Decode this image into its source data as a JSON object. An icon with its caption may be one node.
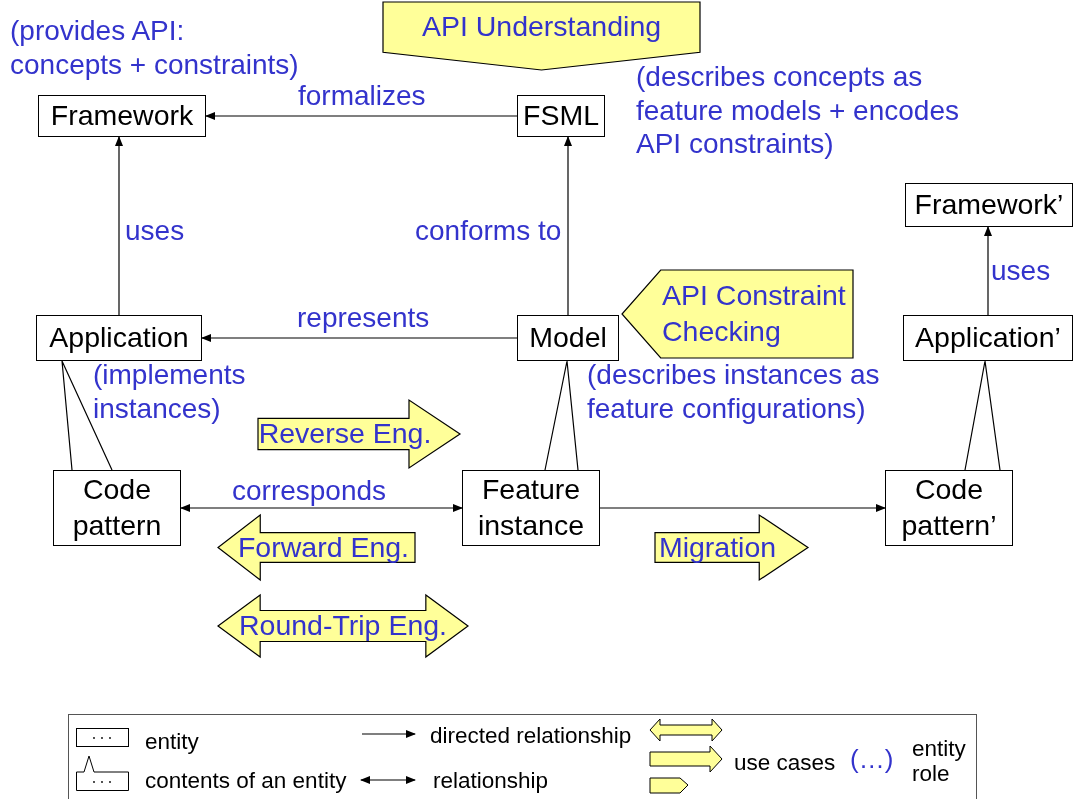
{
  "diagram": {
    "nodes": [
      {
        "text": [
          "Framework"
        ],
        "beside": [
          "(provides API: concepts + constraints)"
        ]
      },
      {
        "text": [
          "FSML"
        ]
      },
      {
        "text": [
          "Framework’"
        ]
      },
      {
        "text": [
          "Application"
        ],
        "beside": [
          "(implements instances)"
        ]
      },
      {
        "text": [
          "Model"
        ],
        "beside": [
          "(describes instances as feature configurations)"
        ]
      },
      {
        "text": [
          "Application’"
        ]
      },
      {
        "text": [
          "Code pattern"
        ]
      },
      {
        "text": [
          "Feature instance"
        ]
      },
      {
        "text": [
          "Code pattern’"
        ]
      },
      {
        "text": [
          "API Understanding"
        ]
      },
      {
        "text": [
          "API Constraint Checking"
        ]
      },
      {
        "text": [
          "Reverse Eng."
        ]
      },
      {
        "text": [
          "Forward Eng."
        ]
      },
      {
        "text": [
          "Migration"
        ]
      },
      {
        "text": [
          "Round-Trip Eng."
        ]
      }
    ],
    "edges": [
      {
        "from": 1,
        "to": 0,
        "arrow": "to",
        "label": "formalizes"
      },
      {
        "from": 3,
        "to": 0,
        "arrow": "to",
        "label": "uses"
      },
      {
        "from": 4,
        "to": 1,
        "arrow": "to",
        "label": "conforms to"
      },
      {
        "from": 4,
        "to": 3,
        "arrow": "to",
        "label": "represents"
      },
      {
        "from": 5,
        "to": 2,
        "arrow": "to",
        "label": "uses"
      },
      {
        "from": 6,
        "to": 3,
        "arrow": "none"
      },
      {
        "from": 7,
        "to": 4,
        "arrow": "none"
      },
      {
        "from": 8,
        "to": 5,
        "arrow": "none"
      },
      {
        "from": 6,
        "to": 7,
        "arrow": "both",
        "label": "corresponds"
      },
      {
        "from": 7,
        "to": 8,
        "arrow": "to"
      }
    ],
    "labels": [
      "(describes concepts as feature models + encodes API constraints)",
      "(…)"
    ],
    "legend": [
      {
        "text": "entity"
      },
      {
        "text": "contents of an entity"
      },
      {
        "text": "directed relationship"
      },
      {
        "text": "relationship"
      },
      {
        "text": "use cases"
      },
      {
        "text": "entity role"
      }
    ]
  }
}
